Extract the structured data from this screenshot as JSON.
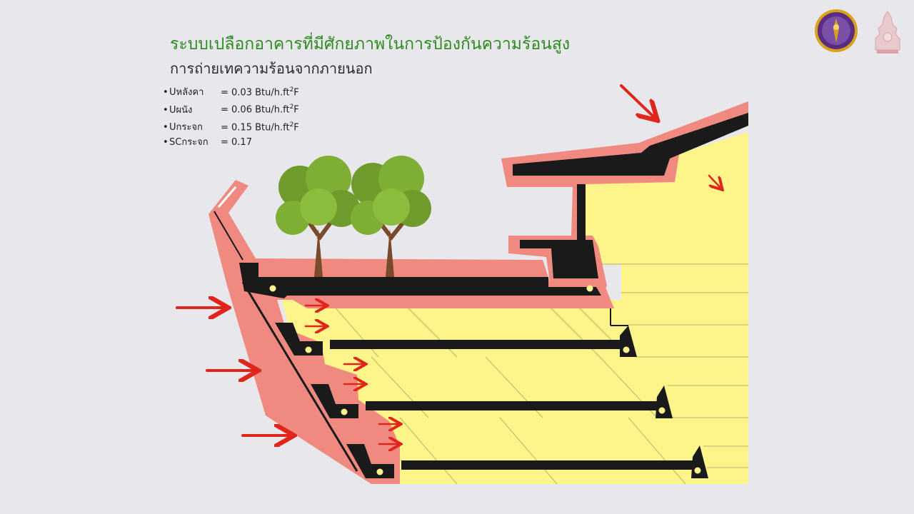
{
  "slide": {
    "title": "ระบบเปลือกอาคารที่มีศักยภาพในการป้องกันความร้อนสูง",
    "subtitle": "การถ่ายเทความร้อนจากภายนอก"
  },
  "specs": [
    {
      "bullet": "•",
      "label": "Uหลังคา",
      "value": "= 0.03 Btu/h.ft",
      "sup": "2",
      "unit": "F"
    },
    {
      "bullet": "•",
      "label": "Uผนัง",
      "value": "= 0.06 Btu/h.ft",
      "sup": "2",
      "unit": "F"
    },
    {
      "bullet": "•",
      "label": "Uกระจก",
      "value": "= 0.15 Btu/h.ft",
      "sup": "2",
      "unit": "F"
    },
    {
      "bullet": "•",
      "label": "SCกระจก",
      "value": "= 0.17",
      "sup": "",
      "unit": ""
    }
  ],
  "colors": {
    "background": "#e8e8ec",
    "title_green": "#2e8b1f",
    "insulation_pink": "#f08a80",
    "interior_yellow": "#fdf48a",
    "structure_black": "#1a1a1a",
    "heat_arrow_red": "#e0261c",
    "logo_purple": "#5a2d82",
    "logo_gold": "#d8a21b"
  },
  "icons": {
    "university_logo": "university-emblem-icon",
    "faculty_logo": "faculty-emblem-icon",
    "heat_arrow": "heat-arrow-icon"
  }
}
